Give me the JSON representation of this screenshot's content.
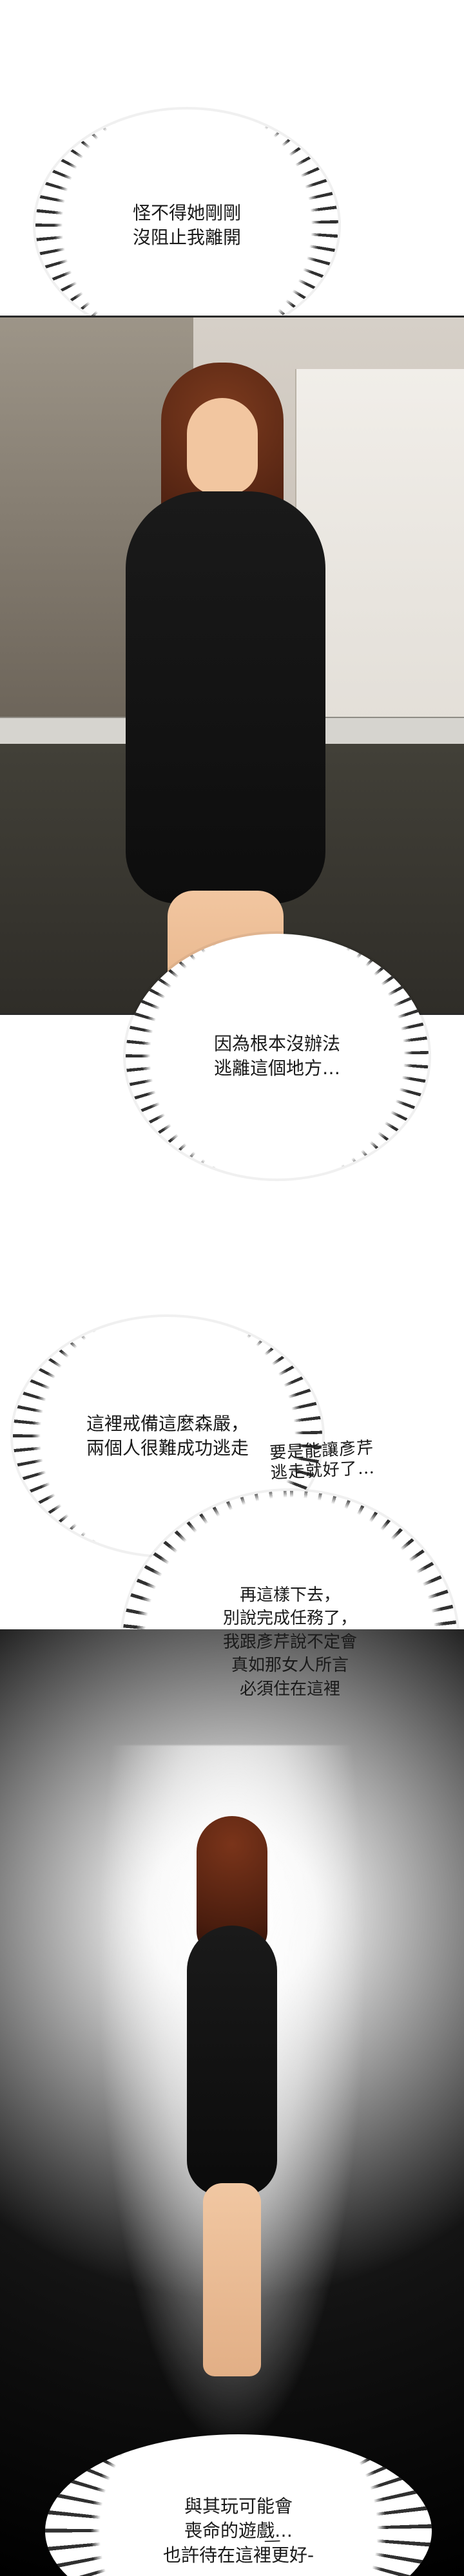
{
  "speech": {
    "b1": "怪不得她剛剛\n沒阻止我離開",
    "b2": "因為根本沒辦法\n逃離這個地方…",
    "b3": "這裡戒備這麼森嚴，\n兩個人很難成功逃走",
    "b4": "再這樣下去，\n別說完成任務了，\n我跟彥芹說不定會\n真如那女人所言\n必須住在這裡",
    "b5": "與其玩可能會\n喪命的遊戲…\n也許待在這裡更好-"
  },
  "handwritten": {
    "h1": "要是能讓彥芹\n逃走就好了…",
    "h2": "—"
  },
  "colors": {
    "dress": "#111111",
    "hair": "#5a2412",
    "skin": "#f2c6a0",
    "dark_bg": "#000000"
  }
}
